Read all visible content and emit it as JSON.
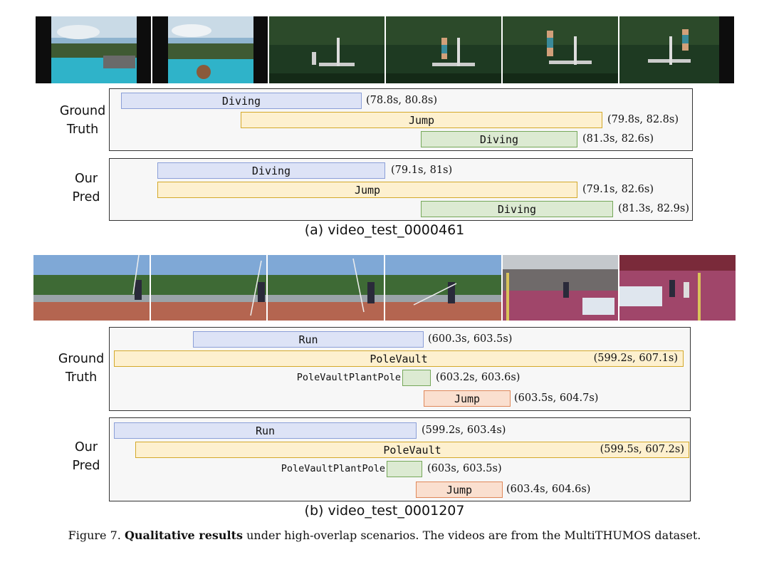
{
  "figure_caption": {
    "prefix": "Figure 7.",
    "bold": "Qualitative results",
    "rest": "under high-overlap scenarios. The videos are from the MultiTHUMOS dataset."
  },
  "panel_a": {
    "caption": "(a) video_test_0000461",
    "frames_alt": [
      "pool-scene-frame",
      "pool-scene-frame",
      "diving-board-frame",
      "diving-board-frame",
      "diving-board-frame",
      "diving-board-frame"
    ],
    "ground_truth": {
      "label_line1": "Ground",
      "label_line2": "Truth",
      "bars": [
        {
          "label": "Diving",
          "time": "(78.8s, 80.8s)",
          "color": "blue"
        },
        {
          "label": "Jump",
          "time": "(79.8s, 82.8s)",
          "color": "yellow"
        },
        {
          "label": "Diving",
          "time": "(81.3s, 82.6s)",
          "color": "green"
        }
      ]
    },
    "prediction": {
      "label_line1": "Our",
      "label_line2": "Pred",
      "bars": [
        {
          "label": "Diving",
          "time": "(79.1s, 81s)",
          "color": "blue"
        },
        {
          "label": "Jump",
          "time": "(79.1s, 82.6s)",
          "color": "yellow"
        },
        {
          "label": "Diving",
          "time": "(81.3s, 82.9s)",
          "color": "green"
        }
      ]
    }
  },
  "panel_b": {
    "caption": "(b) video_test_0001207",
    "ground_truth": {
      "label_line1": "Ground",
      "label_line2": "Truth",
      "bars": [
        {
          "label": "Run",
          "time": "(600.3s, 603.5s)",
          "color": "blue"
        },
        {
          "label": "PoleVault",
          "time": "(599.2s, 607.1s)",
          "color": "yellow"
        },
        {
          "label": "PoleVaultPlantPole",
          "time": "(603.2s, 603.6s)",
          "color": "green"
        },
        {
          "label": "Jump",
          "time": "(603.5s, 604.7s)",
          "color": "orange"
        }
      ]
    },
    "prediction": {
      "label_line1": "Our",
      "label_line2": "Pred",
      "bars": [
        {
          "label": "Run",
          "time": "(599.2s, 603.4s)",
          "color": "blue"
        },
        {
          "label": "PoleVault",
          "time": "(599.5s, 607.2s)",
          "color": "yellow"
        },
        {
          "label": "PoleVaultPlantPole",
          "time": "(603s, 603.5s)",
          "color": "green"
        },
        {
          "label": "Jump",
          "time": "(603.4s, 604.6s)",
          "color": "orange"
        }
      ]
    }
  },
  "colors": {
    "blue_fill": "#dde3f6",
    "blue_border": "#8b9fd8",
    "yellow_fill": "#fdf0cf",
    "yellow_border": "#d4a92a",
    "green_fill": "#dcead2",
    "green_border": "#76a85a",
    "orange_fill": "#fadfcf",
    "orange_border": "#e0885a"
  }
}
